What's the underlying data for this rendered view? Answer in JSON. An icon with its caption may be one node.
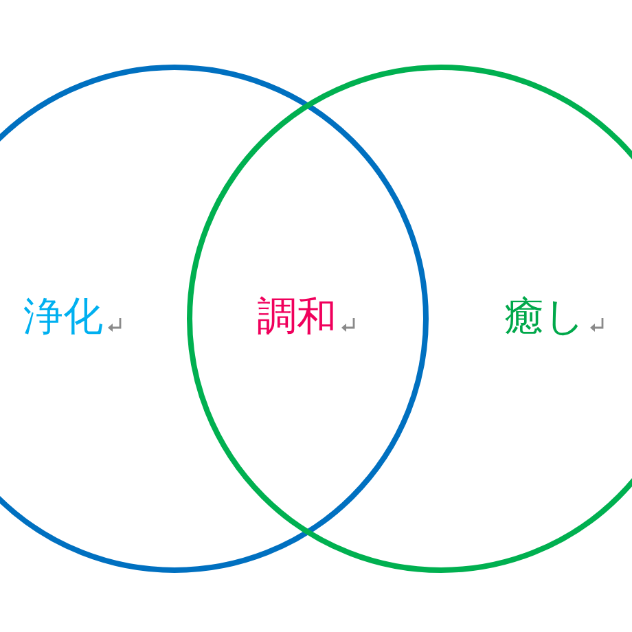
{
  "diagram": {
    "nodes": [
      {
        "text": [
          "浄化"
        ]
      },
      {
        "text": [
          "癒し"
        ]
      }
    ],
    "labels": [
      "調和"
    ]
  }
}
